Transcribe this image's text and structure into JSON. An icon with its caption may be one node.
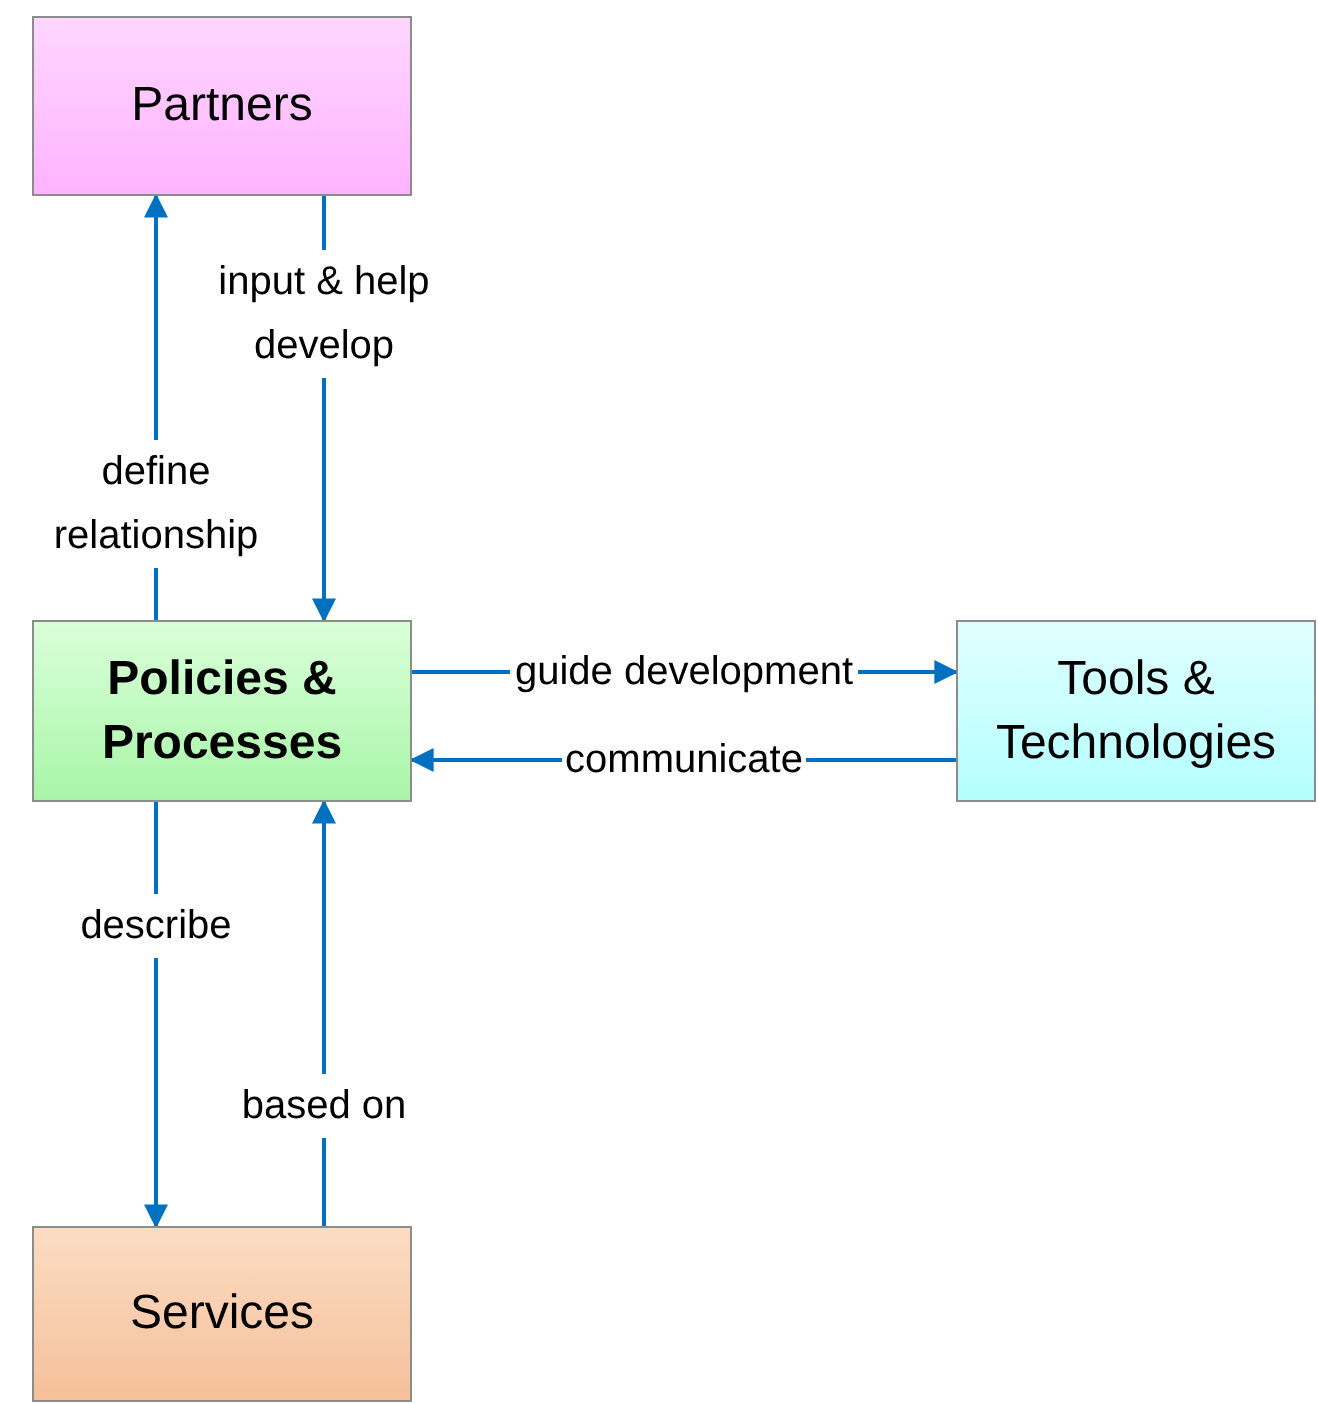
{
  "diagram": {
    "nodes": [
      {
        "text": [
          "Partners"
        ]
      },
      {
        "text": [
          "Policies & Processes"
        ]
      },
      {
        "text": [
          "Tools & Technologies"
        ]
      },
      {
        "text": [
          "Services"
        ]
      }
    ],
    "edges": [
      {
        "from": 1,
        "to": 0,
        "arrow": "to",
        "label": "define relationship"
      },
      {
        "from": 0,
        "to": 1,
        "arrow": "to",
        "label": "input & help develop"
      },
      {
        "from": 1,
        "to": 2,
        "arrow": "to",
        "label": "guide development"
      },
      {
        "from": 2,
        "to": 1,
        "arrow": "to",
        "label": "communicate"
      },
      {
        "from": 1,
        "to": 3,
        "arrow": "to",
        "label": "describe"
      },
      {
        "from": 3,
        "to": 1,
        "arrow": "to",
        "label": "based on"
      }
    ]
  }
}
